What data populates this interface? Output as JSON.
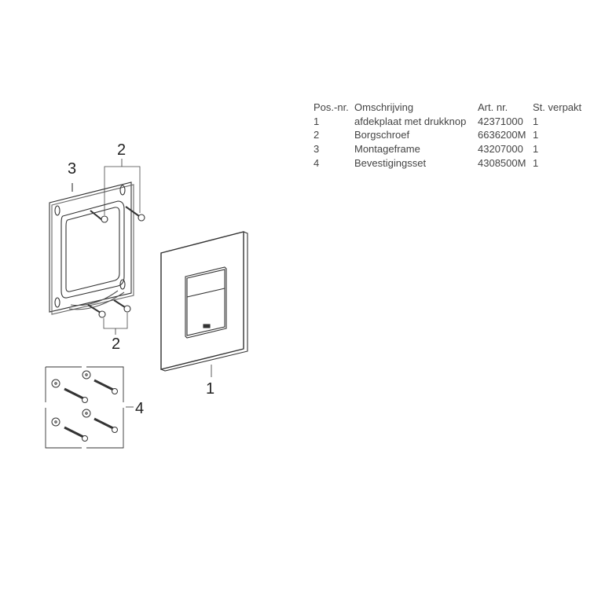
{
  "parts_table": {
    "headers": [
      "Pos.-nr.",
      "Omschrijving",
      "Art. nr.",
      "St. verpakt"
    ],
    "rows": [
      [
        "1",
        "afdekplaat met drukknop",
        "42371000",
        "1"
      ],
      [
        "2",
        "Borgschroef",
        "6636200M",
        "1"
      ],
      [
        "3",
        "Montageframe",
        "43207000",
        "1"
      ],
      [
        "4",
        "Bevestigingsset",
        "4308500M",
        "1"
      ]
    ]
  },
  "diagram": {
    "callouts": {
      "screws_top": "2",
      "frame": "3",
      "screws_bottom": "2",
      "plate": "1",
      "fixing_set": "4"
    }
  }
}
